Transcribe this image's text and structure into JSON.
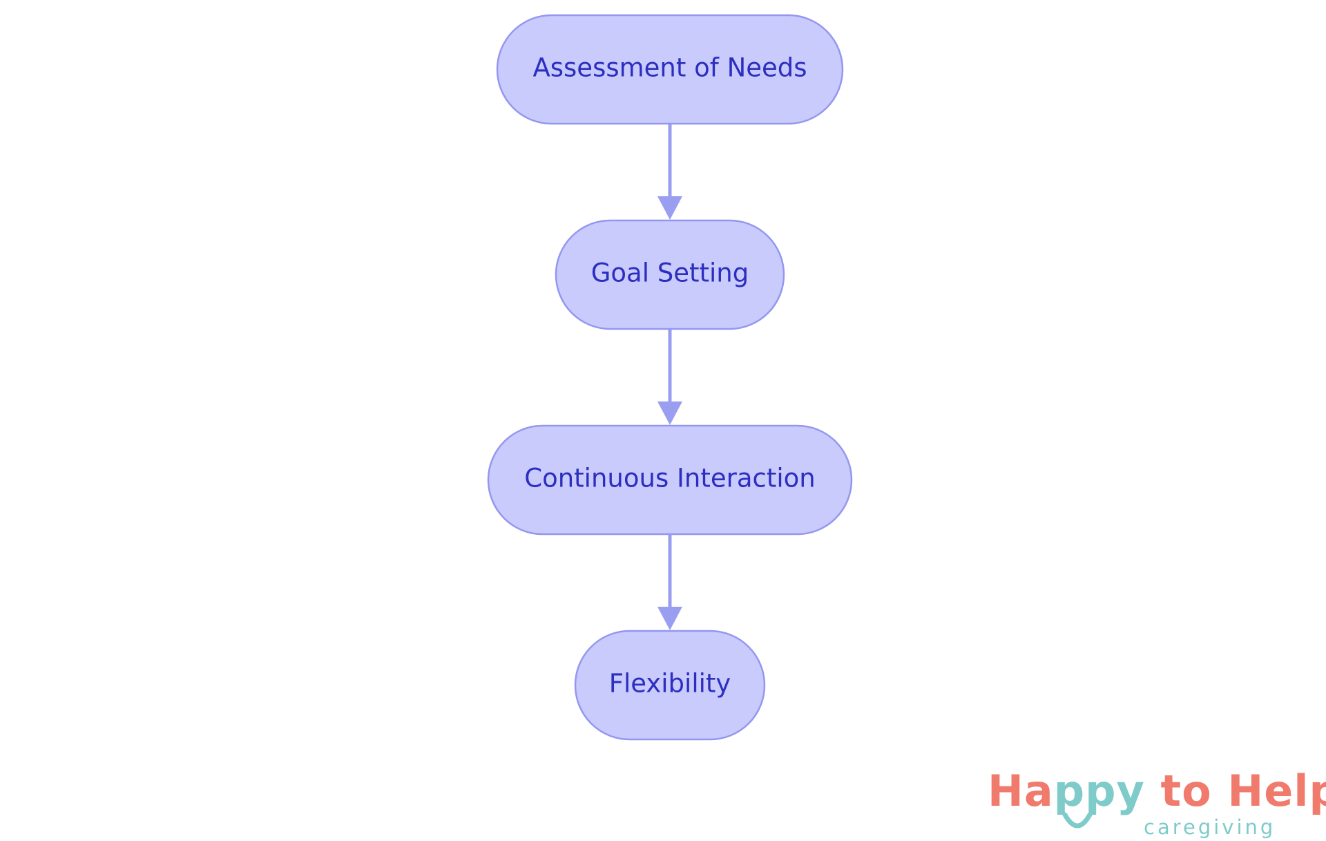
{
  "nodes": [
    {
      "id": "n1",
      "label": "Assessment of Needs"
    },
    {
      "id": "n2",
      "label": "Goal Setting"
    },
    {
      "id": "n3",
      "label": "Continuous Interaction"
    },
    {
      "id": "n4",
      "label": "Flexibility"
    }
  ],
  "edges": [
    {
      "from": "n1",
      "to": "n2"
    },
    {
      "from": "n2",
      "to": "n3"
    },
    {
      "from": "n3",
      "to": "n4"
    }
  ],
  "colors": {
    "node_fill": "#C9CBFD",
    "node_stroke": "#9497EE",
    "node_text": "#2C2EBF",
    "edge": "#9A9EF1",
    "logo_coral": "#F07A6C",
    "logo_teal": "#7ECBC9"
  },
  "logo": {
    "part1": "Ha",
    "part2": "ppy",
    "part3": " to Help",
    "tagline": "caregiving"
  }
}
